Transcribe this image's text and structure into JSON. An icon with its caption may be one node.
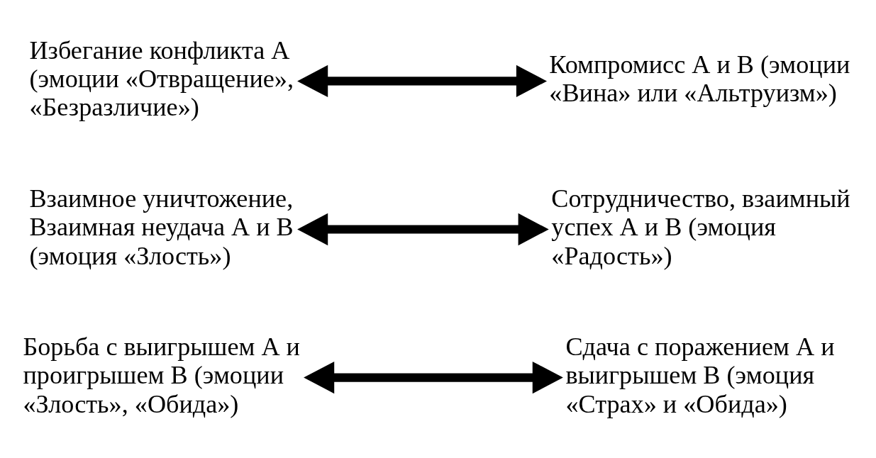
{
  "diagram": {
    "nodes": [
      {
        "text": [
          "Борьба с выигрышем А и проигрышем В (эмоции «Злость», «Обида»)"
        ]
      },
      {
        "text": [
          "Сотрудничество, взаимный успех А и В (эмоция «Радость»)"
        ]
      },
      {
        "text": [
          "Избегание конфликта А (эмоции «Отвращение», «Безразличие»)"
        ]
      },
      {
        "text": [
          "Компромисс А и В (эмоции «Вина» или «Альтруизм»)"
        ]
      },
      {
        "text": [
          "Взаимное уничтожение, Взаимная неудача А и В (эмоция «Злость»)"
        ]
      },
      {
        "text": [
          "Сдача с поражением А и выигрышем В (эмоция «Страх» и «Обида»)"
        ]
      }
    ],
    "edges": [
      {
        "from": 0,
        "to": 5,
        "arrow": "both"
      },
      {
        "from": 1,
        "to": 4,
        "arrow": "both"
      },
      {
        "from": 2,
        "to": 3,
        "arrow": "both"
      }
    ]
  }
}
